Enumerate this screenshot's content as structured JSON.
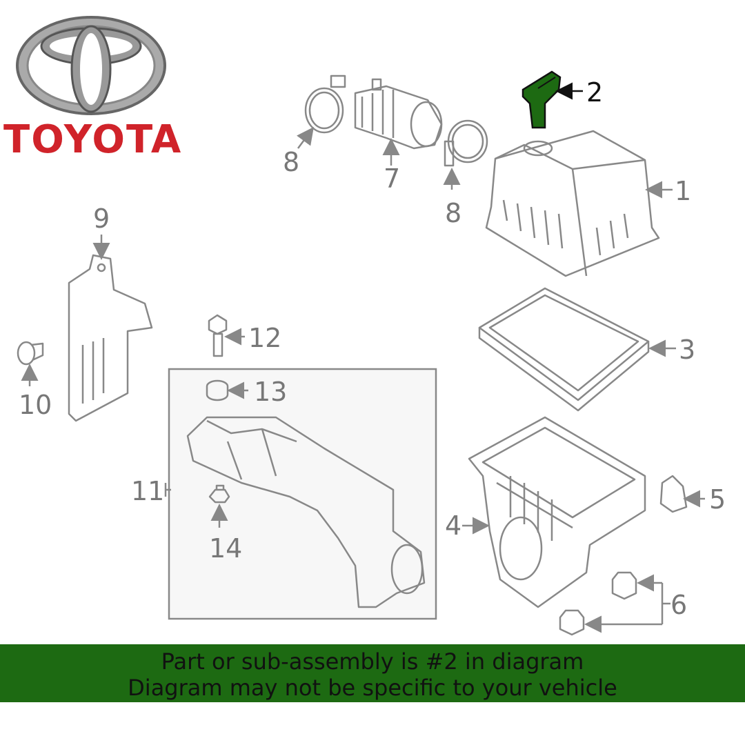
{
  "brand": {
    "name": "TOYOTA",
    "color": "#d0232a"
  },
  "diagram": {
    "highlight_color": "#1d6a12",
    "callouts": [
      "1",
      "2",
      "3",
      "4",
      "5",
      "6",
      "7",
      "8",
      "8",
      "9",
      "10",
      "11",
      "12",
      "13",
      "14"
    ]
  },
  "banner": {
    "line1": "Part or sub-assembly is #2 in diagram",
    "line2": "Diagram may not be specific to your vehicle",
    "color": "#1d6a12"
  }
}
